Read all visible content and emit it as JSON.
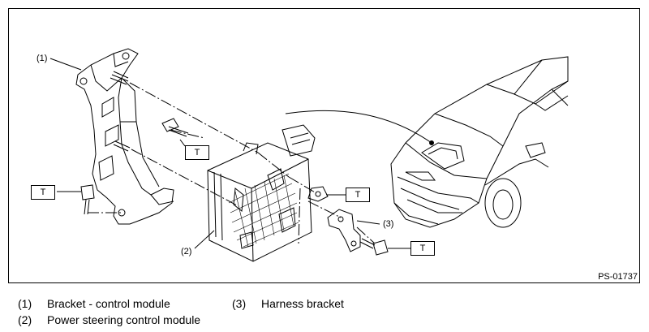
{
  "diagram": {
    "figure_id": "PS-01737",
    "callouts": [
      {
        "id": "1",
        "text": "(1)"
      },
      {
        "id": "2",
        "text": "(2)"
      },
      {
        "id": "3",
        "text": "(3)"
      }
    ],
    "torque_label": "T"
  },
  "legend": [
    {
      "num": "(1)",
      "label": "Bracket - control module"
    },
    {
      "num": "(2)",
      "label": "Power steering control module"
    },
    {
      "num": "(3)",
      "label": "Harness bracket"
    }
  ]
}
